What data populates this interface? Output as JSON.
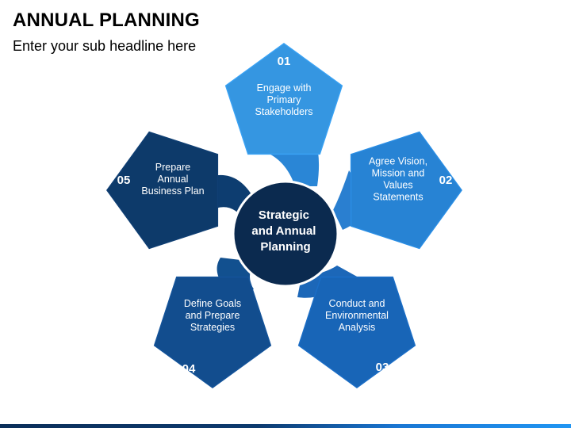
{
  "header": {
    "title": "ANNUAL PLANNING",
    "subtitle": "Enter your sub headline here"
  },
  "center": {
    "lines": [
      "Strategic",
      "and Annual",
      "Planning"
    ]
  },
  "steps": [
    {
      "number": "01",
      "lines": [
        "Engage with",
        "Primary",
        "Stakeholders"
      ],
      "color": "#3aa3f5"
    },
    {
      "number": "02",
      "lines": [
        "Agree Vision,",
        "Mission and",
        "Values",
        "Statements"
      ],
      "color": "#2b8fe6"
    },
    {
      "number": "03",
      "lines": [
        "Conduct and",
        "Environmental",
        "Analysis"
      ],
      "color": "#1b6ec7"
    },
    {
      "number": "04",
      "lines": [
        "Define Goals",
        "and Prepare",
        "Strategies"
      ],
      "color": "#14549b"
    },
    {
      "number": "05",
      "lines": [
        "Prepare",
        "Annual",
        "Business Plan"
      ],
      "color": "#0f3f74"
    }
  ],
  "colors": {
    "center_circle": "#0b2a4f",
    "number_text": "#0b2a4f"
  }
}
